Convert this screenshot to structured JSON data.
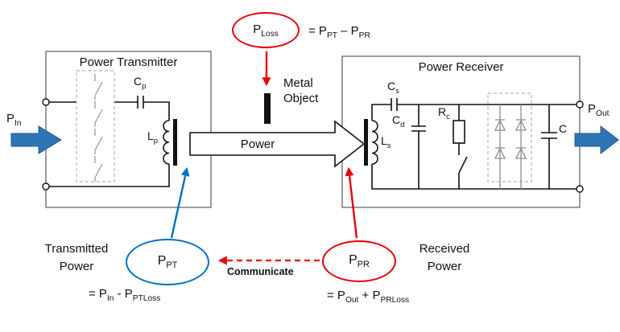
{
  "colors": {
    "red": "#e8000b",
    "blue_arrow": "#2e75b6",
    "blue_ellipse": "#0070c0",
    "box_stroke": "#595959",
    "gray_dashed": "#b3b3b3",
    "wire": "#111111"
  },
  "transmitter": {
    "title": "Power Transmitter",
    "labels": {
      "cp": {
        "main": "C",
        "sub": "p"
      },
      "lp": {
        "main": "L",
        "sub": "p"
      }
    }
  },
  "receiver": {
    "title": "Power Receiver",
    "labels": {
      "cs": {
        "main": "C",
        "sub": "s"
      },
      "cd": {
        "main": "C",
        "sub": "d"
      },
      "rc": {
        "main": "R",
        "sub": "c"
      },
      "ls": {
        "main": "L",
        "sub": "s"
      },
      "c": {
        "main": "C"
      }
    }
  },
  "io": {
    "p_in": {
      "main": "P",
      "sub": "In"
    },
    "p_out": {
      "main": "P",
      "sub": "Out"
    }
  },
  "power_link": {
    "arrow_label": "Power",
    "metal_object": {
      "line1": "Metal",
      "line2": "Object"
    }
  },
  "p_loss": {
    "bubble": {
      "main": "P",
      "sub": "Loss"
    },
    "equation": {
      "t1": "= P",
      "s1": "PT",
      "t2": " – P",
      "s2": "PR"
    }
  },
  "p_pt": {
    "bubble": {
      "main": "P",
      "sub": "PT"
    },
    "caption": {
      "line1": "Transmitted",
      "line2": "Power"
    },
    "equation": {
      "t1": "= P",
      "s1": "In",
      "t2": " - P",
      "s2": "PTLoss"
    }
  },
  "p_pr": {
    "bubble": {
      "main": "P",
      "sub": "PR"
    },
    "caption": {
      "line1": "Received",
      "line2": "Power"
    },
    "equation": {
      "t1": "= P",
      "s1": "Out",
      "t2": " + P",
      "s2": "PRLoss"
    }
  },
  "communicate": {
    "label": "Communicate"
  }
}
